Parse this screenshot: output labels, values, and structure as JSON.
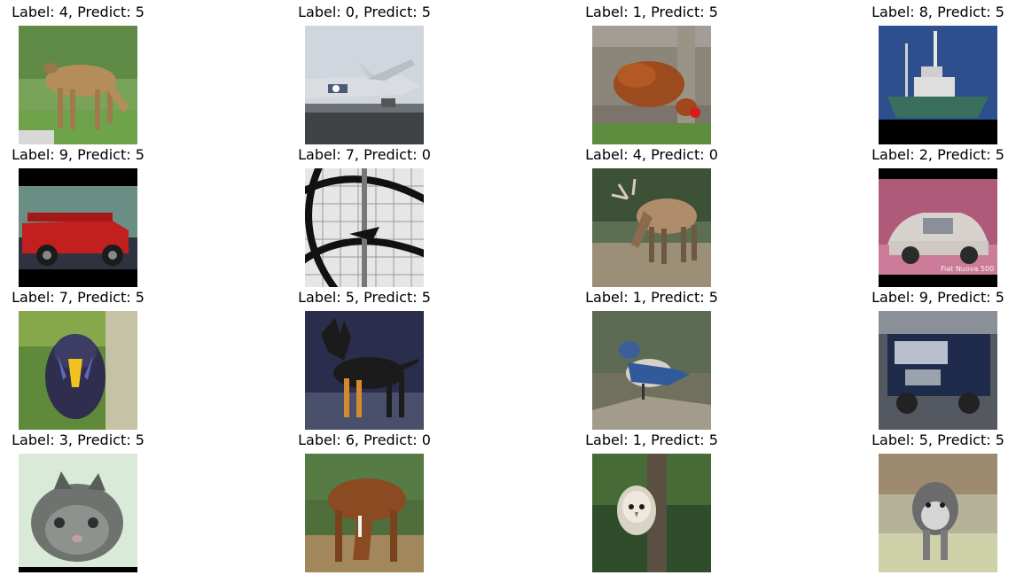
{
  "panels": [
    {
      "title": "Label: 4, Predict: 5",
      "subject": "deer"
    },
    {
      "title": "Label: 0, Predict: 5",
      "subject": "airplane"
    },
    {
      "title": "Label: 1, Predict: 5",
      "subject": "chicken"
    },
    {
      "title": "Label: 8, Predict: 5",
      "subject": "ship"
    },
    {
      "title": "Label: 9, Predict: 5",
      "subject": "fire-truck"
    },
    {
      "title": "Label: 7, Predict: 0",
      "subject": "wire-structure"
    },
    {
      "title": "Label: 4, Predict: 0",
      "subject": "elk"
    },
    {
      "title": "Label: 2, Predict: 5",
      "subject": "car",
      "caption": "Fiat Nuova 500"
    },
    {
      "title": "Label: 7, Predict: 5",
      "subject": "mandrill"
    },
    {
      "title": "Label: 5, Predict: 5",
      "subject": "dog-doberman"
    },
    {
      "title": "Label: 1, Predict: 5",
      "subject": "bird-jay"
    },
    {
      "title": "Label: 9, Predict: 5",
      "subject": "truck"
    },
    {
      "title": "Label: 3, Predict: 5",
      "subject": "kitten"
    },
    {
      "title": "Label: 6, Predict: 0",
      "subject": "horse"
    },
    {
      "title": "Label: 1, Predict: 5",
      "subject": "owl"
    },
    {
      "title": "Label: 5, Predict: 5",
      "subject": "dog-schnauzer"
    }
  ]
}
